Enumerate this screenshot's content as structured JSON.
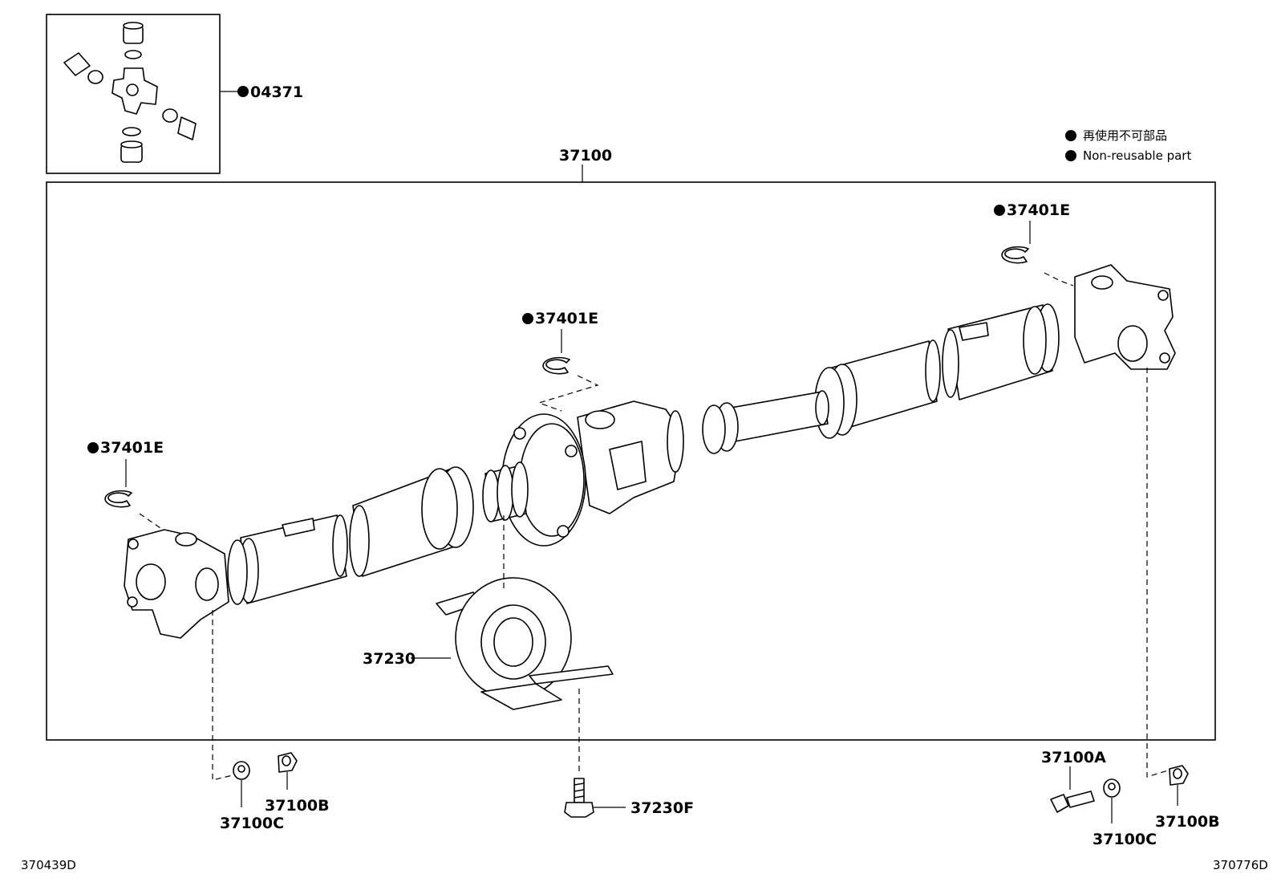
{
  "labels": {
    "kit": "04371",
    "assembly": "37100",
    "snap_ring_right": "37401E",
    "snap_ring_center": "37401E",
    "snap_ring_left": "37401E",
    "center_bearing": "37230",
    "bolt_center": "37230F",
    "washer_left": "37100C",
    "nut_left": "37100B",
    "bolt_right": "37100A",
    "washer_right": "37100C",
    "nut_right": "37100B"
  },
  "legend": {
    "jp": "再使用不可部品",
    "en": "Non-reusable part"
  },
  "corners": {
    "left": "370439D",
    "right": "370776D"
  }
}
